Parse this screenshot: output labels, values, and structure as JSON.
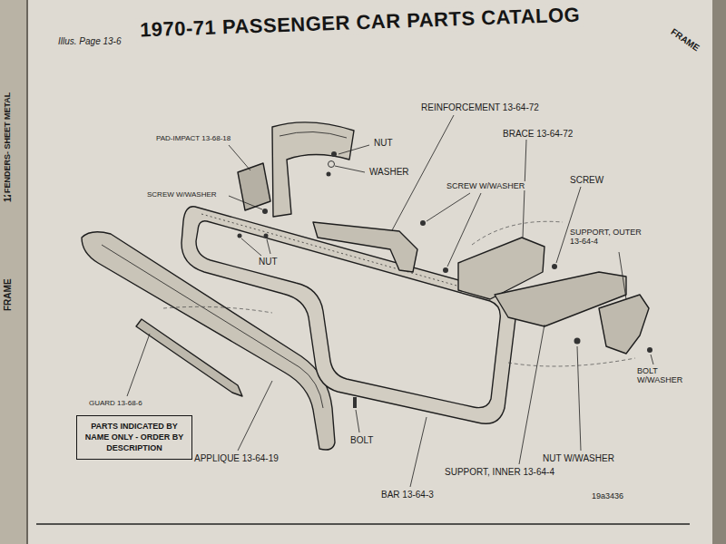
{
  "diagram": {
    "title": "1970-71 PASSENGER CAR PARTS CATALOG",
    "nodes": [
      {
        "text": [
          "PARTS INDICATED BY NAME ONLY - ORDER BY DESCRIPTION"
        ]
      }
    ],
    "labels": [
      "Illus. Page 13-6",
      "FRAME",
      "12",
      "FENDERS- SHEET METAL",
      "FRAME",
      "PAD-IMPACT 13-68-18",
      "NUT",
      "WASHER",
      "REINFORCEMENT 13-64-72",
      "BRACE 13-64-72",
      "SCREW W/WASHER",
      "SCREW W/WASHER",
      "SCREW",
      "SUPPORT, OUTER 13-64-4",
      "NUT",
      "GUARD 13-68-6",
      "APPLIQUE 13-64-19",
      "BOLT",
      "BAR 13-64-3",
      "SUPPORT, INNER 13-64-4",
      "NUT W/WASHER",
      "BOLT W/WASHER",
      "19a3436"
    ]
  }
}
